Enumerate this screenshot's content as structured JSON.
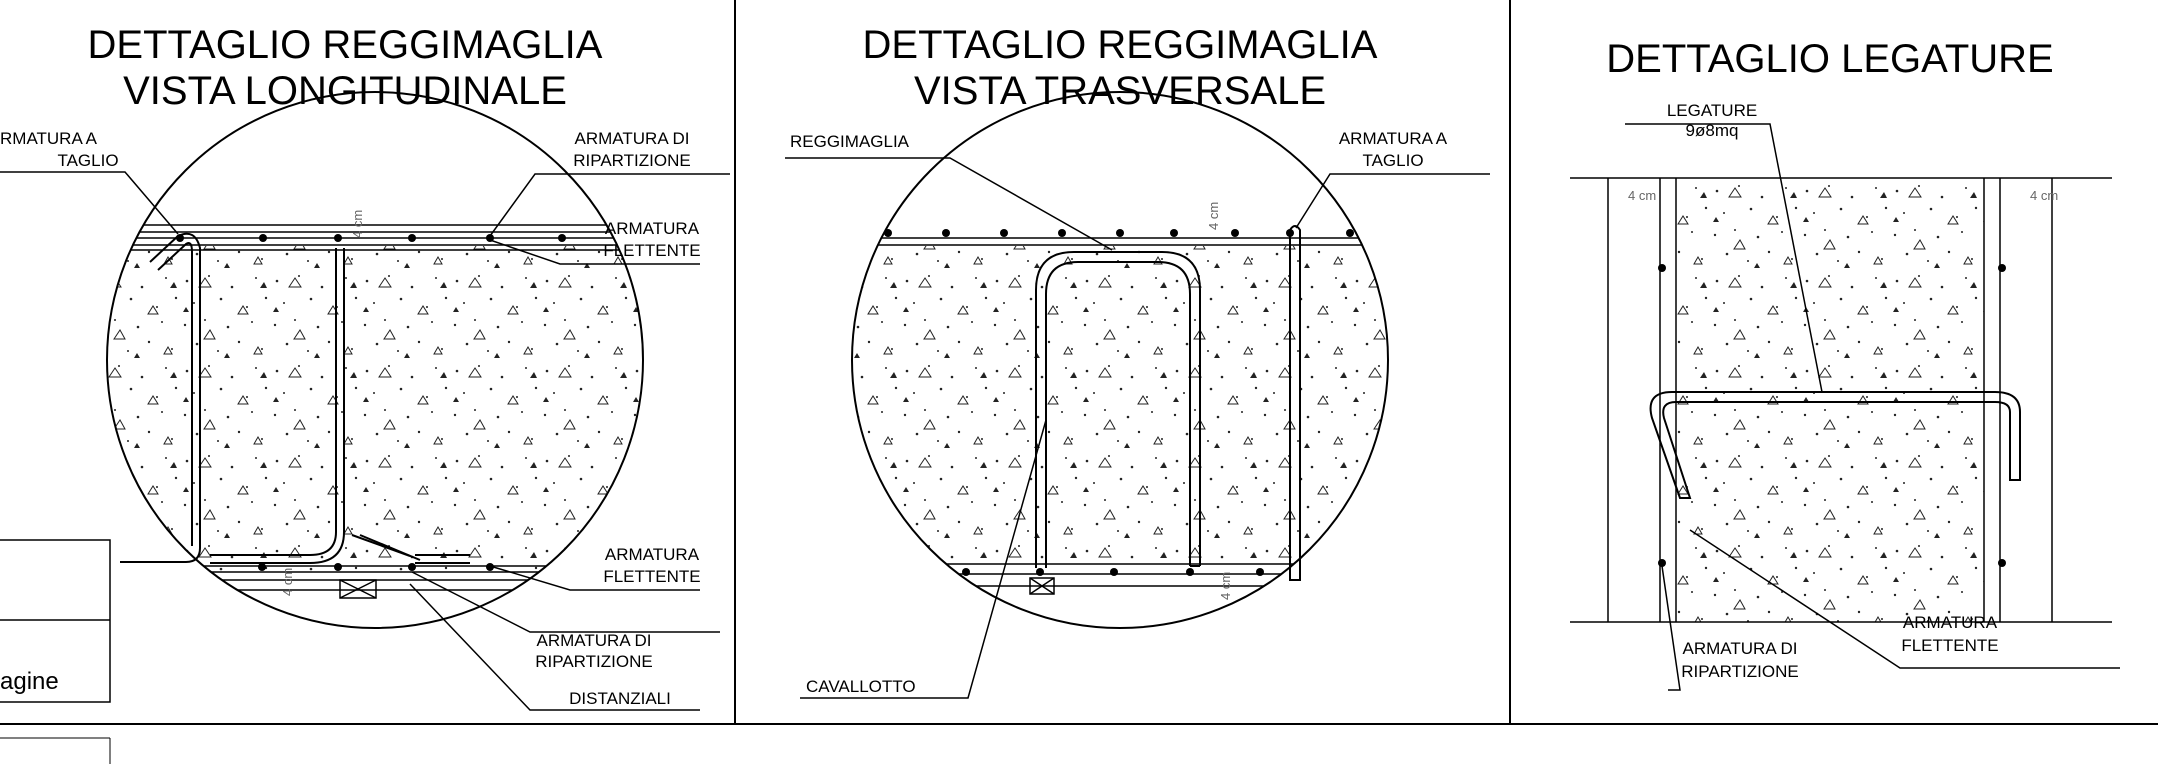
{
  "panels": [
    {
      "title_1": "DETTAGLIO REGGIMAGLIA",
      "title_2": "VISTA LONGITUDINALE",
      "labels": {
        "shear_a": "RMATURA A",
        "shear_b": "TAGLIO",
        "dist_top_a": "ARMATURA DI",
        "dist_top_b": "RIPARTIZIONE",
        "flex_top_a": "ARMATURA",
        "flex_top_b": "FLETTENTE",
        "flex_bot_a": "ARMATURA",
        "flex_bot_b": "FLETTENTE",
        "dist_bot_a": "ARMATURA DI",
        "dist_bot_b": "RIPARTIZIONE",
        "spacers": "DISTANZIALI",
        "cover_top": "4 cm",
        "cover_bot": "4 cm"
      }
    },
    {
      "title_1": "DETTAGLIO REGGIMAGLIA",
      "title_2": "VISTA TRASVERSALE",
      "labels": {
        "mesh_holder": "REGGIMAGLIA",
        "shear_a": "ARMATURA A",
        "shear_b": "TAGLIO",
        "stirrup": "CAVALLOTTO",
        "cover_top": "4 cm",
        "cover_bot": "4 cm"
      }
    },
    {
      "title_1": "DETTAGLIO LEGATURE",
      "labels": {
        "ties_a": "LEGATURE",
        "ties_b": "9ø8mq",
        "dist_a": "ARMATURA DI",
        "dist_b": "RIPARTIZIONE",
        "flex_a": "ARMATURA",
        "flex_b": "FLETTENTE",
        "cover_left": "4 cm",
        "cover_right": "4 cm"
      }
    }
  ],
  "image_origin_label": "agine"
}
